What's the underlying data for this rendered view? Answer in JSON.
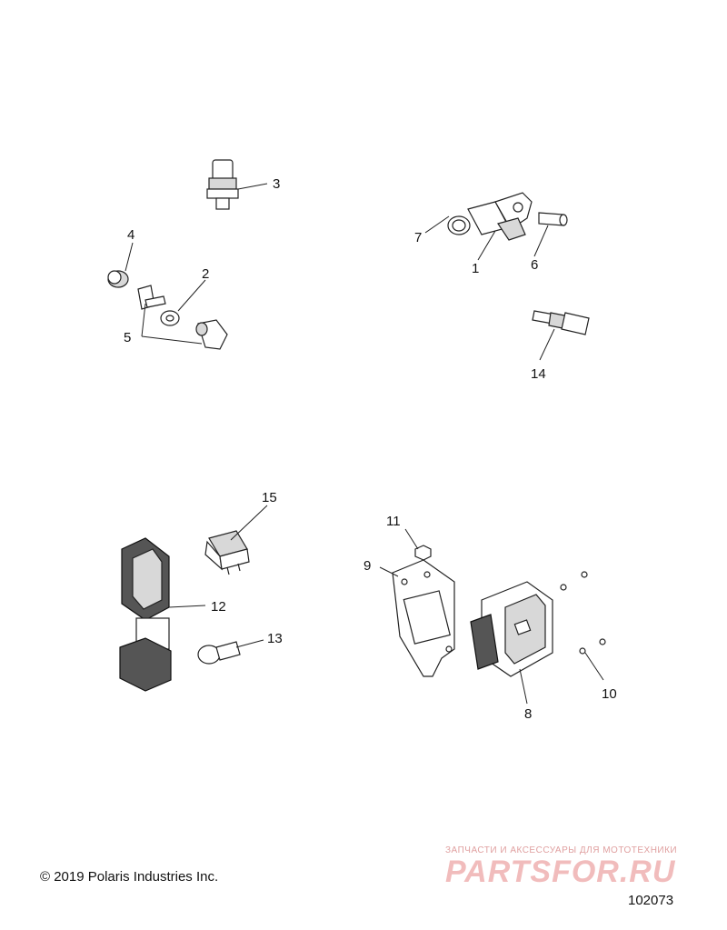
{
  "callouts": [
    "1",
    "2",
    "3",
    "4",
    "5",
    "6",
    "7",
    "8",
    "9",
    "10",
    "11",
    "12",
    "13",
    "14",
    "15"
  ],
  "copyright": "© 2019 Polaris Industries Inc.",
  "drawing_number": "102073",
  "watermark": {
    "tagline": "ЗАПЧАСТИ И АКСЕССУАРЫ ДЛЯ МОТОТЕХНИКИ",
    "brand": "PARTSFOR.RU",
    "color": "#e8a6a6"
  }
}
